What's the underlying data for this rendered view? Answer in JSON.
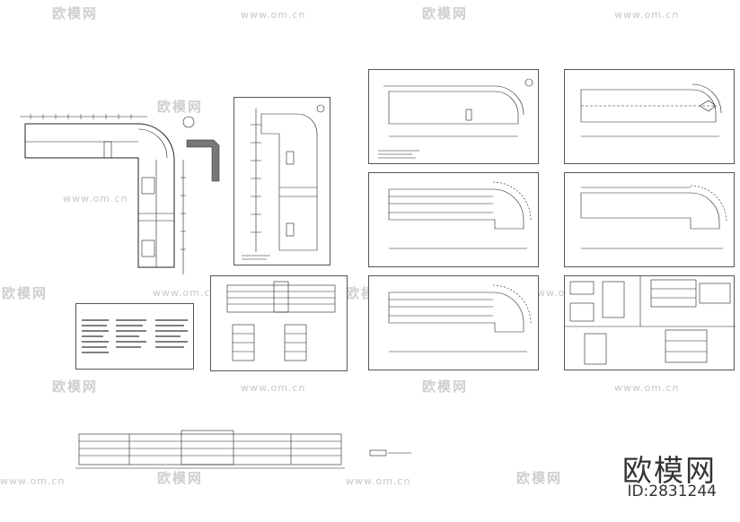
{
  "watermark": {
    "logo_text": "欧模网",
    "site_text": "www.om.cn"
  },
  "brand": {
    "name": "欧模网",
    "id_label": "ID:2831244"
  },
  "colors": {
    "line": "#222222",
    "watermark": "#cfcfcf",
    "background": "#ffffff"
  }
}
